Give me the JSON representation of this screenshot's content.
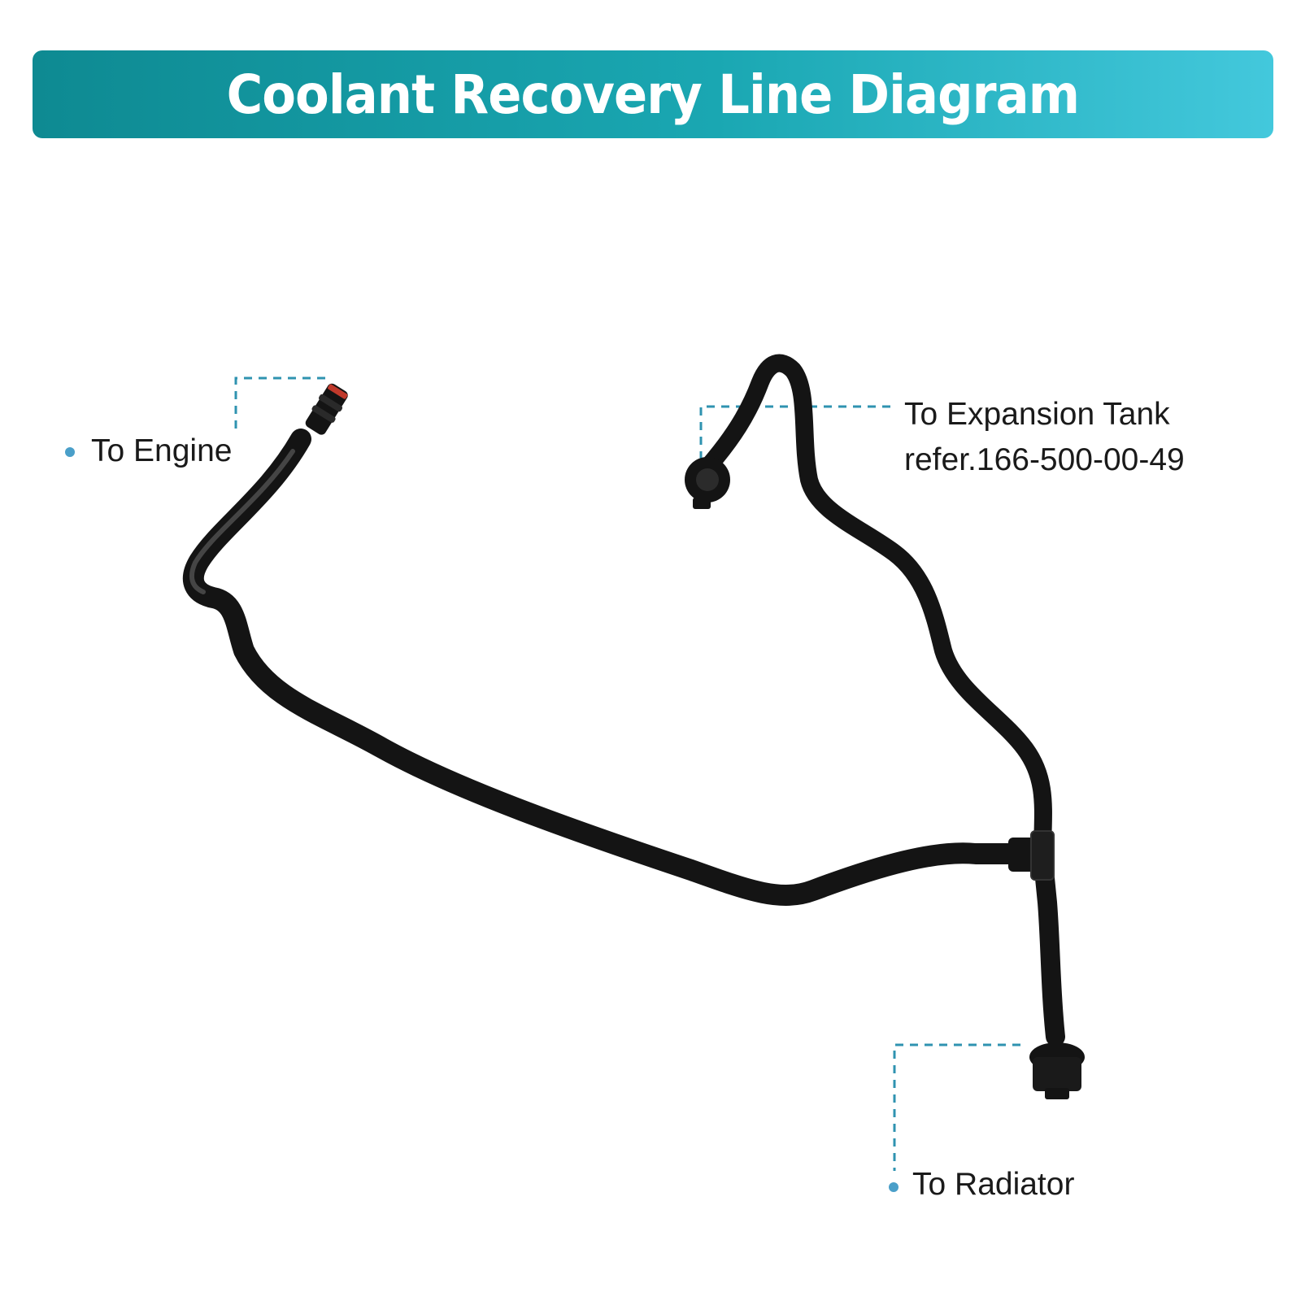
{
  "title": "Coolant Recovery Line Diagram",
  "colors": {
    "title_gradient_start": "#0e8a92",
    "title_gradient_end": "#43c8dc",
    "leader_line": "#2f93b0",
    "dot": "#4a9fc9",
    "hose": "#141414"
  },
  "labels": {
    "engine": "To Engine",
    "expansion_tank": "To Expansion Tank",
    "expansion_tank_ref": "refer.166-500-00-49",
    "radiator": "To Radiator"
  }
}
